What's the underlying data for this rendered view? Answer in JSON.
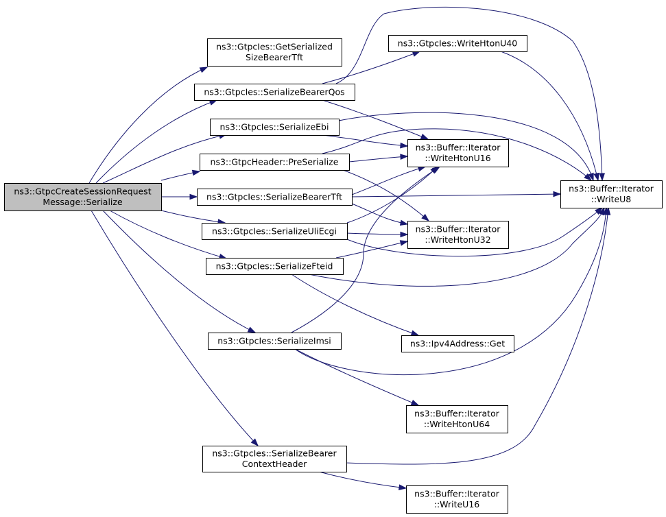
{
  "diagram": {
    "type": "call-graph",
    "colors": {
      "edge": "#191970",
      "root_fill": "#bfbfbf",
      "node_fill": "#ffffff",
      "node_border": "#000000"
    },
    "nodes": [
      {
        "id": "root",
        "lines": [
          "ns3::GtpcCreateSessionRequest",
          "Message::Serialize"
        ],
        "root": true
      },
      {
        "id": "getSerSize",
        "lines": [
          "ns3::GtpcIes::GetSerialized",
          "SizeBearerTft"
        ]
      },
      {
        "id": "serBearerQos",
        "lines": [
          "ns3::GtpcIes::SerializeBearerQos"
        ]
      },
      {
        "id": "writeHtonU40",
        "lines": [
          "ns3::GtpcIes::WriteHtonU40"
        ]
      },
      {
        "id": "serEbi",
        "lines": [
          "ns3::GtpcIes::SerializeEbi"
        ]
      },
      {
        "id": "preSerialize",
        "lines": [
          "ns3::GtpcHeader::PreSerialize"
        ]
      },
      {
        "id": "writeHtonU16",
        "lines": [
          "ns3::Buffer::Iterator",
          "::WriteHtonU16"
        ]
      },
      {
        "id": "serBearerTft",
        "lines": [
          "ns3::GtpcIes::SerializeBearerTft"
        ]
      },
      {
        "id": "writeU8",
        "lines": [
          "ns3::Buffer::Iterator",
          "::WriteU8"
        ]
      },
      {
        "id": "serUliEcgi",
        "lines": [
          "ns3::GtpcIes::SerializeUliEcgi"
        ]
      },
      {
        "id": "writeHtonU32",
        "lines": [
          "ns3::Buffer::Iterator",
          "::WriteHtonU32"
        ]
      },
      {
        "id": "serFteid",
        "lines": [
          "ns3::GtpcIes::SerializeFteid"
        ]
      },
      {
        "id": "ipv4Get",
        "lines": [
          "ns3::Ipv4Address::Get"
        ]
      },
      {
        "id": "serImsi",
        "lines": [
          "ns3::GtpcIes::SerializeImsi"
        ]
      },
      {
        "id": "writeHtonU64",
        "lines": [
          "ns3::Buffer::Iterator",
          "::WriteHtonU64"
        ]
      },
      {
        "id": "serBearerCtx",
        "lines": [
          "ns3::GtpcIes::SerializeBearer",
          "ContextHeader"
        ]
      },
      {
        "id": "writeU16",
        "lines": [
          "ns3::Buffer::Iterator",
          "::WriteU16"
        ]
      }
    ],
    "edges": [
      {
        "from": "root",
        "to": "getSerSize"
      },
      {
        "from": "root",
        "to": "serBearerQos"
      },
      {
        "from": "root",
        "to": "serEbi"
      },
      {
        "from": "root",
        "to": "preSerialize"
      },
      {
        "from": "root",
        "to": "serBearerTft"
      },
      {
        "from": "root",
        "to": "serUliEcgi"
      },
      {
        "from": "root",
        "to": "serFteid"
      },
      {
        "from": "root",
        "to": "serImsi"
      },
      {
        "from": "root",
        "to": "serBearerCtx"
      },
      {
        "from": "serBearerQos",
        "to": "writeHtonU40"
      },
      {
        "from": "serBearerQos",
        "to": "writeU8"
      },
      {
        "from": "serBearerQos",
        "to": "writeHtonU16"
      },
      {
        "from": "writeHtonU40",
        "to": "writeU8"
      },
      {
        "from": "serEbi",
        "to": "writeHtonU16"
      },
      {
        "from": "serEbi",
        "to": "writeU8"
      },
      {
        "from": "preSerialize",
        "to": "writeHtonU16"
      },
      {
        "from": "preSerialize",
        "to": "writeU8"
      },
      {
        "from": "preSerialize",
        "to": "writeHtonU32"
      },
      {
        "from": "serBearerTft",
        "to": "writeU8"
      },
      {
        "from": "serBearerTft",
        "to": "writeHtonU16"
      },
      {
        "from": "serBearerTft",
        "to": "writeHtonU32"
      },
      {
        "from": "serUliEcgi",
        "to": "writeHtonU32"
      },
      {
        "from": "serUliEcgi",
        "to": "writeHtonU16"
      },
      {
        "from": "serUliEcgi",
        "to": "writeU8"
      },
      {
        "from": "serFteid",
        "to": "writeHtonU32"
      },
      {
        "from": "serFteid",
        "to": "writeU8"
      },
      {
        "from": "serFteid",
        "to": "ipv4Get"
      },
      {
        "from": "serImsi",
        "to": "writeHtonU16"
      },
      {
        "from": "serImsi",
        "to": "writeHtonU64"
      },
      {
        "from": "serImsi",
        "to": "writeU8"
      },
      {
        "from": "serBearerCtx",
        "to": "writeU8"
      },
      {
        "from": "serBearerCtx",
        "to": "writeU16"
      }
    ]
  }
}
